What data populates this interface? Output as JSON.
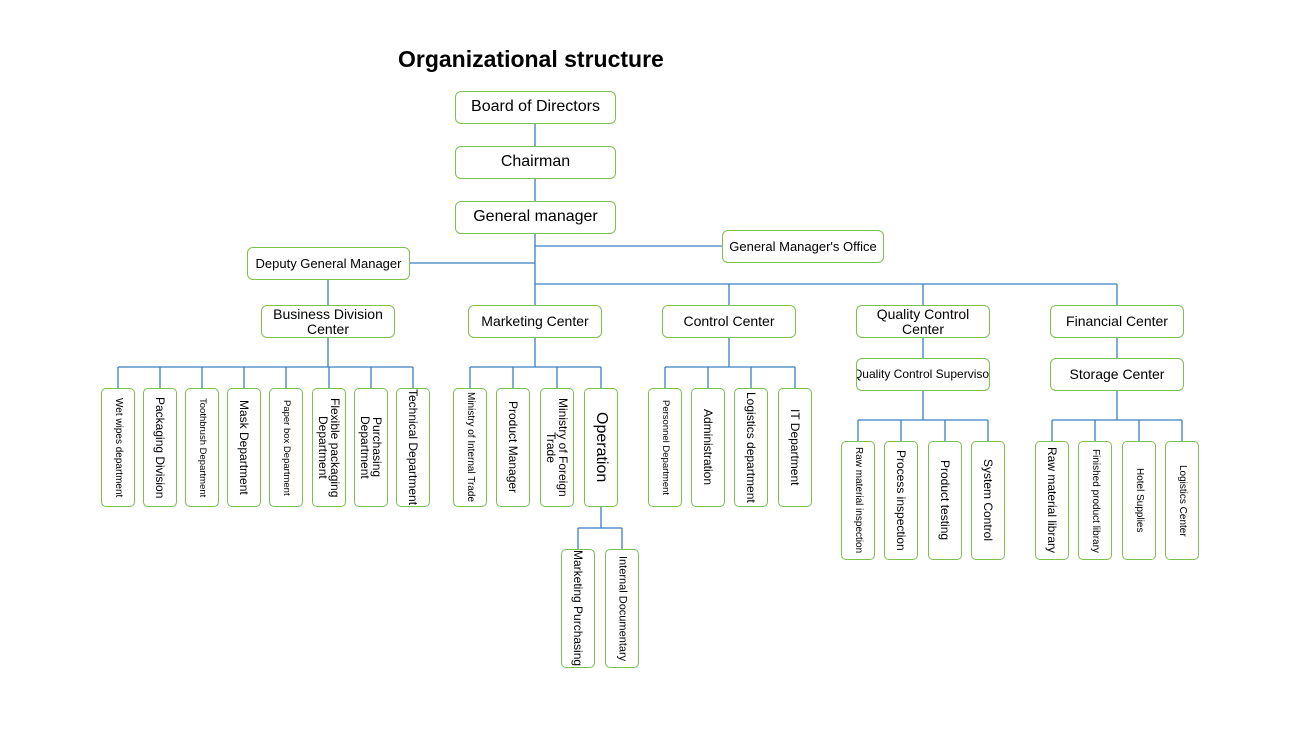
{
  "title": "Organizational structure",
  "nodes": {
    "board": "Board of Directors",
    "chairman": "Chairman",
    "general_manager": "General manager",
    "gm_office": "General Manager's Office",
    "deputy_gm": "Deputy General Manager",
    "business_division_center": "Business Division Center",
    "marketing_center": "Marketing Center",
    "control_center": "Control Center",
    "quality_control_center": "Quality Control Center",
    "financial_center": "Financial Center",
    "quality_control_supervisor": "Quality Control Supervisor",
    "storage_center": "Storage Center",
    "wet_wipes": "Wet wipes department",
    "packaging_division": "Packaging Division",
    "toothbrush": "Toothbrush Department",
    "mask": "Mask Department",
    "paper_box": "Paper box Department",
    "flexible_packaging": "Flexible packaging Department",
    "purchasing": "Purchasing Department",
    "technical": "Technical Department",
    "internal_trade": "Ministry of Internal Trade",
    "product_manager": "Product Manager",
    "foreign_trade": "Ministry of Foreign Trade",
    "operation": "Operation",
    "marketing_purchasing": "Marketing Purchasing",
    "internal_documentary": "Internal Documentary",
    "personnel": "Personnel Department",
    "administration": "Administration",
    "logistics_department": "Logistics department",
    "it_department": "IT Department",
    "raw_material_inspection": "Raw material inspection",
    "process_inspection": "Process inspection",
    "product_testing": "Product testing",
    "system_control": "System Control",
    "raw_material_library": "Raw material library",
    "finished_product_library": "Finished product library",
    "hotel_supplies": "Hotel Supplies",
    "logistics_center": "Logistics Center"
  },
  "colors": {
    "box_border": "#7cc04f",
    "connector": "#3a7fc1"
  }
}
